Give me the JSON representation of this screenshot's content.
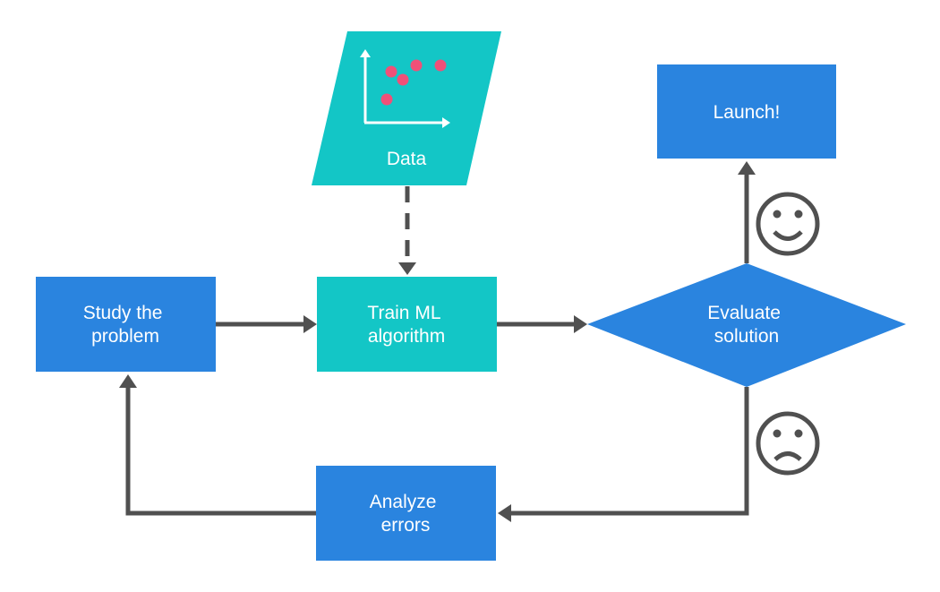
{
  "colors": {
    "process_blue": "#2a84df",
    "train_teal": "#13c6c6",
    "data_teal": "#13c6c6",
    "connector_gray": "#505050",
    "data_point_pink": "#f05078",
    "axes_white": "#ffffff"
  },
  "nodes": {
    "study": {
      "line1": "Study the",
      "line2": "problem"
    },
    "train": {
      "line1": "Train ML",
      "line2": "algorithm"
    },
    "evaluate": {
      "line1": "Evaluate",
      "line2": "solution"
    },
    "launch": {
      "label": "Launch!"
    },
    "analyze": {
      "line1": "Analyze",
      "line2": "errors"
    },
    "data": {
      "label": "Data"
    }
  },
  "icons": {
    "success": "happy-face-icon",
    "failure": "sad-face-icon",
    "data_plot": "scatter-plot-icon"
  }
}
